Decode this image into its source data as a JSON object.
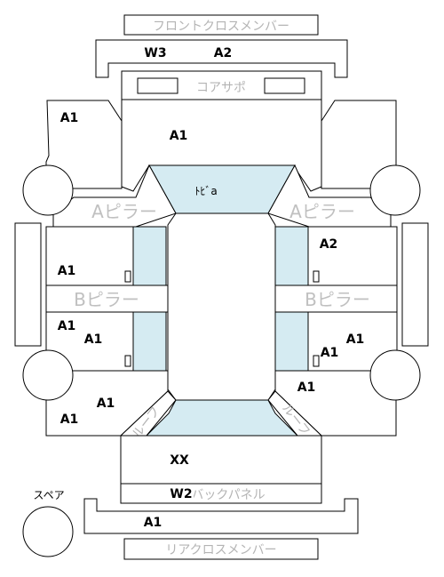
{
  "labels": {
    "front_cross_member": "フロントクロスメンバー",
    "core_support": "コアサポ",
    "a_pillar_left": "Aピラー",
    "a_pillar_right": "Aピラー",
    "b_pillar_left": "Bピラー",
    "b_pillar_right": "Bピラー",
    "roof_left": "ルーフ",
    "roof_right": "ルーフ",
    "back_panel": "バックパネル",
    "rear_cross_member": "リアクロスメンバー",
    "spare": "スペア",
    "hood": "ﾄﾋﾞa"
  },
  "codes": {
    "front_cross_member": "W3",
    "core_support_center": "A2",
    "front_left_fender": "A1",
    "core_area": "A1",
    "right_front_door": "A2",
    "left_front_door": "A1",
    "left_rear_quarter": "A1",
    "left_rear_door": "A1",
    "right_rear_door": "A1",
    "right_rear_door_lower": "A1",
    "right_quarter": "A1",
    "left_rear_lower": "A1",
    "left_rear_fender": "A1",
    "trunk": "XX",
    "back_panel": "W2",
    "rear_cross_member": "A1"
  }
}
